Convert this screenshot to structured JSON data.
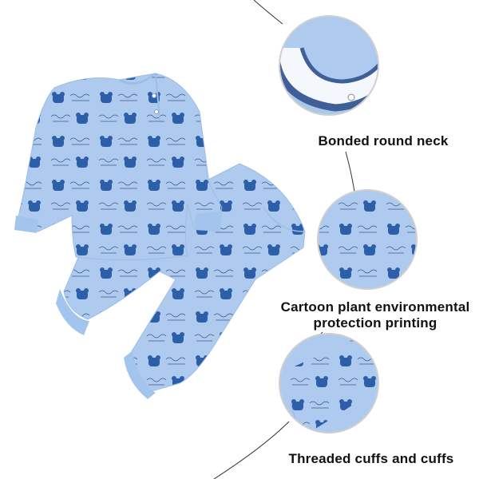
{
  "features": {
    "neck": {
      "label": "Bonded round neck"
    },
    "print": {
      "label_line1": "Cartoon plant environmental",
      "label_line2": "protection printing"
    },
    "cuffs": {
      "label": "Threaded cuffs and cuffs"
    }
  },
  "colors": {
    "fabric": "#a9c9ee",
    "fabric_shadow": "#8fb4e0",
    "print_dark": "#2d5fa8",
    "neck_trim": "#3e5f98",
    "ring": "#c9c9c9",
    "caption": "#111111"
  }
}
